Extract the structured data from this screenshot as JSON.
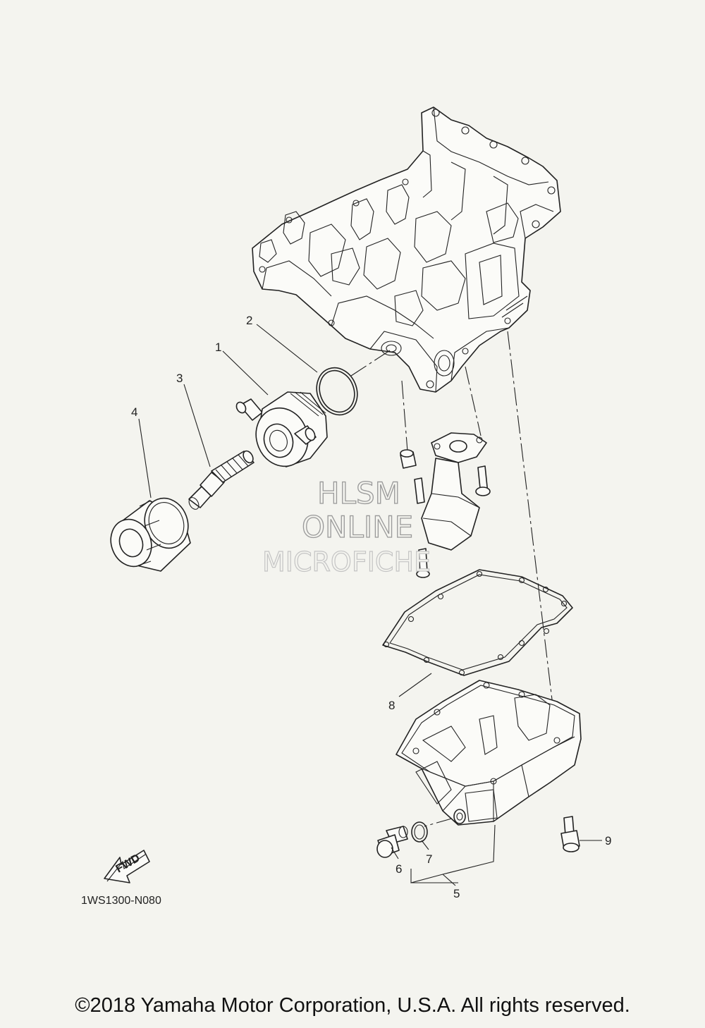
{
  "callouts": {
    "c1": "1",
    "c2": "2",
    "c3": "3",
    "c4": "4",
    "c5": "5",
    "c6": "6",
    "c7": "7",
    "c8": "8",
    "c9": "9"
  },
  "fwd_label": "FWD",
  "diagram_code": "1WS1300-N080",
  "watermark": {
    "line1": "HLSM",
    "line2": "ONLINE",
    "line3": "MICROFICHE"
  },
  "copyright": "©2018 Yamaha Motor Corporation, U.S.A. All rights reserved.",
  "colors": {
    "background": "#f4f4ef",
    "ink": "#222222"
  }
}
